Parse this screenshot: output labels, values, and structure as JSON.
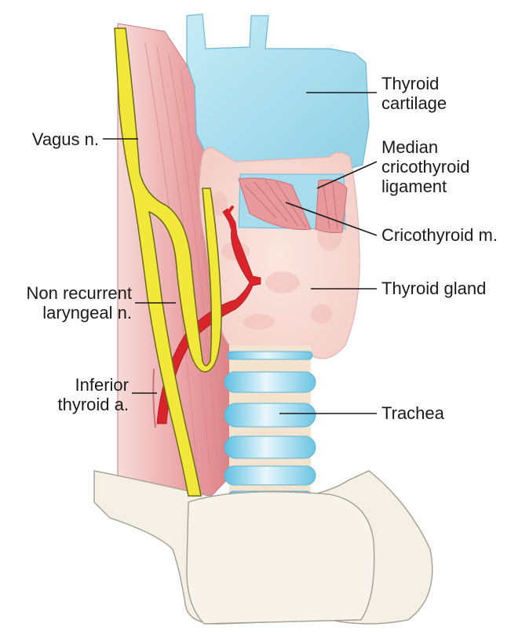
{
  "colors": {
    "cartilage": "#a8dcec",
    "cartilage_shade": "#7cc8e0",
    "muscle": "#e9a8a8",
    "muscle_dark": "#d98a8c",
    "gland": "#f8dcd6",
    "gland_blush": "#f2c3c0",
    "nerve": "#f1e83a",
    "nerve_outline": "#6b6a1a",
    "artery": "#d8242a",
    "bone": "#f5f0e6",
    "bone_outline": "#a59e8e",
    "leader_line": "#1a1a1a"
  },
  "labels": {
    "thyroid_cartilage": [
      "Thyroid",
      "cartilage"
    ],
    "median_cricothyroid_ligament": [
      "Median",
      "cricothyroid",
      "ligament"
    ],
    "cricothyroid_muscle": "Cricothyroid m.",
    "thyroid_gland": "Thyroid gland",
    "trachea": "Trachea",
    "vagus_nerve": "Vagus n.",
    "non_recurrent_laryngeal_nerve": [
      "Non recurrent",
      "laryngeal n."
    ],
    "inferior_thyroid_artery": [
      "Inferior",
      "thyroid a."
    ]
  }
}
